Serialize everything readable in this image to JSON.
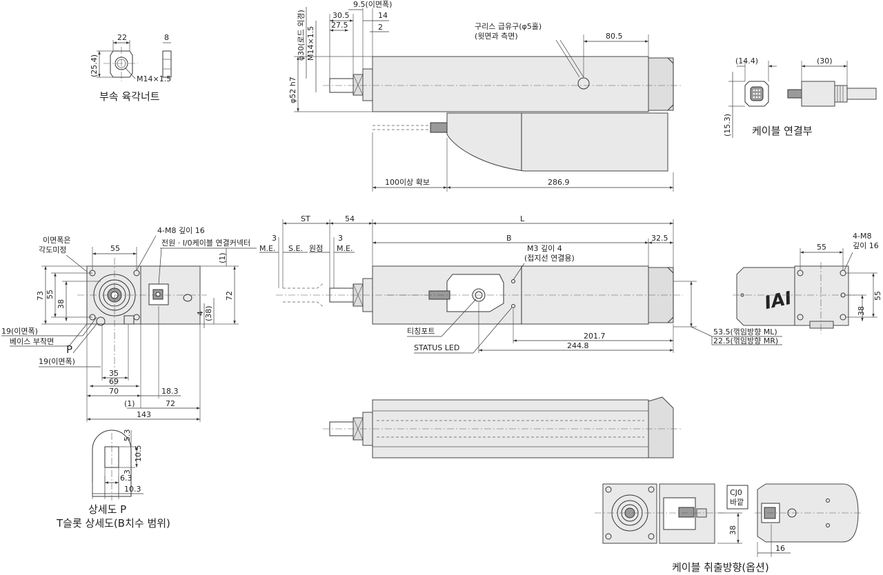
{
  "nut_view": {
    "caption": "부속 육각너트",
    "dims": {
      "width": "22",
      "thickness": "8",
      "height": "(25.4)",
      "thread": "M14×1.5"
    }
  },
  "top_view": {
    "dims": {
      "d30_5": "30.5",
      "d27_5": "27.5",
      "d9_5": "9.5(이면폭)",
      "d14": "14",
      "d2": "2",
      "rod_dia": "φ30(로드 외경)",
      "thread": "M14×1.5",
      "body_dia": "φ52 h7",
      "d80_5": "80.5",
      "d100": "100이상 확보",
      "d286_9": "286.9"
    },
    "grease_note": [
      "구리스 급유구(φ5홀)",
      "(윗면과 측면)"
    ]
  },
  "cable_view": {
    "caption": "케이블 연결부",
    "dims": {
      "d14_4": "(14.4)",
      "d30": "(30)",
      "d15_3": "(15.3)"
    }
  },
  "front_view": {
    "notes": {
      "width_across": [
        "이면폭은",
        "각도미정"
      ],
      "mount_holes": "4-M8 깊이 16",
      "connector": "전원 · I/0케이블 연결커넥터",
      "p_label": "P"
    },
    "dims": {
      "d55": "55",
      "d73": "73",
      "d55v": "55",
      "d38": "38",
      "d72v": "72",
      "d1": "(1)",
      "d4": "4",
      "d38p": "(38)",
      "d19a": "19(이면폭)",
      "base": "베이스 부착면",
      "d19b": "19(이면폭)",
      "d35": "35",
      "d69": "69",
      "d70": "70",
      "d18_3": "18.3",
      "d1b": "(1)",
      "d72": "72",
      "d143": "143"
    }
  },
  "side_view": {
    "dims": {
      "st": "ST",
      "d54": "54",
      "L": "L",
      "B": "B",
      "d32_5": "32.5",
      "d3a": "3",
      "me1": "M.E.",
      "se": "S.E.",
      "origin": "원점",
      "d3b": "3",
      "me2": "M.E.",
      "d201_7": "201.7",
      "d244_8": "244.8"
    },
    "notes": {
      "m3": [
        "M3 깊이 4",
        "(접지선 연결용)"
      ],
      "teaching": "티칭포트",
      "led": "STATUS LED",
      "ml": "53.5(꺾임방향 ML)",
      "mr": "22.5(꺾임방향 MR)"
    }
  },
  "rear_view": {
    "dims": {
      "holes": [
        "4-M8",
        "깊이 16"
      ],
      "d55h": "55",
      "d55v": "55",
      "d38": "38"
    },
    "logo": "IAI"
  },
  "detail_p": {
    "captions": [
      "상세도 P",
      "T슬롯 상세도(B치수 범위)"
    ],
    "dims": {
      "d5_3": "5.3",
      "d10_5": "10.5",
      "d3": "3",
      "d6_3": "6.3",
      "d10_3": "10.3"
    }
  },
  "option_view": {
    "caption": "케이블 취출방향(옵션)",
    "dims": {
      "cj0": [
        "CJ0",
        "바깥"
      ],
      "d38": "38",
      "d16": "16"
    }
  }
}
